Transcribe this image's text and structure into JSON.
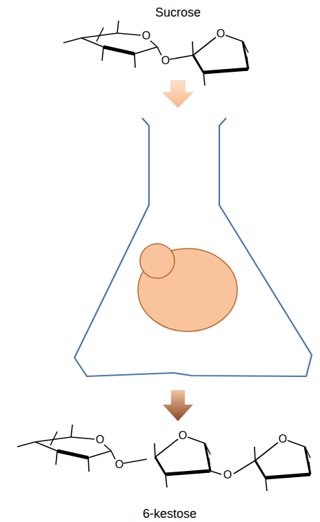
{
  "diagram": {
    "labels": [
      "Sucrose",
      "O",
      "O",
      "O",
      "6-kestose",
      "O",
      "O",
      "O",
      "O",
      "O"
    ]
  }
}
